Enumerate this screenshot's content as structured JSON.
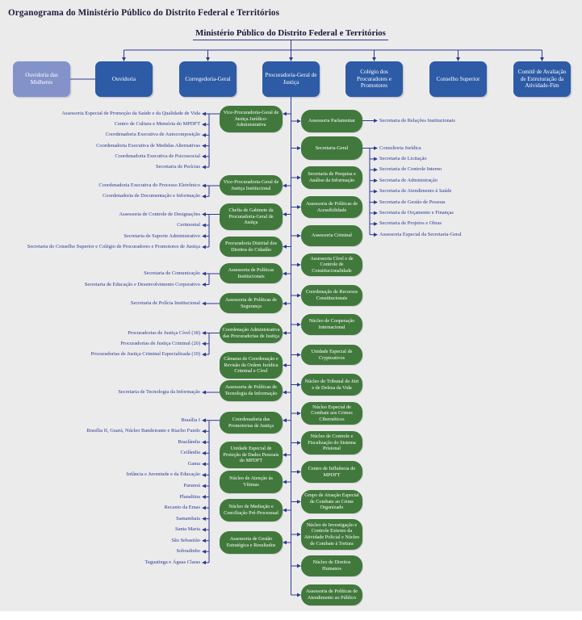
{
  "title": "Organograma do Ministério Público do Distrito Federal e Territórios",
  "root": "Ministério Público do Distrito Federal e Territórios",
  "colors": {
    "background": "#ecebec",
    "box_blue": "#2d5ba6",
    "box_light_blue": "#8492ca",
    "box_green": "#41793c",
    "line_navy": "#2b3a94",
    "label_navy": "#2b3a94",
    "box_text": "#ffffff"
  },
  "top_row": [
    {
      "label": "Ouvidoria das Mulheres",
      "variant": "light"
    },
    {
      "label": "Ouvidoria",
      "variant": "dark"
    },
    {
      "label": "Corregedoria-Geral",
      "variant": "dark"
    },
    {
      "label": "Procuradoria-Geral de Justiça",
      "variant": "dark"
    },
    {
      "label": "Colégio dos Procuradores e Promotores",
      "variant": "dark"
    },
    {
      "label": "Conselho Superior",
      "variant": "dark"
    },
    {
      "label": "Comitê de Avaliação de Estruturação da Atividade-Fim",
      "variant": "dark"
    }
  ],
  "middle_groups": [
    {
      "box": "Vice-Procuradoria-Geral de Justiça Jurídico-Administrativa",
      "left_labels": [
        "Assessoria Especial de Promoção da Saúde e da Qualidade de Vida",
        "Centro de Cultura e Memória do MPDFT",
        "Coordenadoria Executiva de Autocomposição",
        "Coordenadoria Executiva de Medidas Alternativas",
        "Coordenadoria Executiva de Psicossocial",
        "Secretaria de Perícias"
      ]
    },
    {
      "box": "Vice-Procuradoria-Geral de Justiça Institucional",
      "left_labels": [
        "Coordenadoria Executiva do Processo Eletrônico",
        "Coordenadoria de Documentação e Informação"
      ]
    },
    {
      "box": "Chefia de Gabinete da Procuradoria-Geral de Justiça",
      "left_labels": [
        "Assessoria de Controle de Designações",
        "Cerimonial",
        "Secretaria de Suporte Administrativo",
        "Secretaria do Conselho Superior e Colégio de Procuradores e Promotores de Justiça"
      ]
    },
    {
      "box": "Procuradoria Distrital dos Direitos do Cidadão",
      "left_labels": []
    },
    {
      "box": "Assessoria de Políticas Institucionais",
      "left_labels": [
        "Secretaria de Comunicação",
        "Secretaria de Educação e Desenvolvimento Corporativo"
      ]
    },
    {
      "box": "Assessoria de Políticas de Segurança",
      "left_labels": [
        "Secretaria de Polícia Institucional"
      ]
    },
    {
      "box": "Coordenação Administrativa das Procuradorias de Justiça",
      "left_labels": [
        "Procuradorias de Justiça Cível (18)",
        "Procuradorias de Justiça Criminal (20)",
        "Procuradorias de Justiça Criminal Especializada (10)"
      ]
    },
    {
      "box": "Câmaras de Coordenação e Revisão da Ordem Jurídica Criminal e Cível",
      "left_labels": []
    },
    {
      "box": "Assessoria de Políticas de Tecnologia da Informação",
      "left_labels": [
        "Secretaria de Tecnologia da Informação"
      ]
    },
    {
      "box": "Coordenadoria das Promotorias de Justiça",
      "left_labels": [
        "Brasília I",
        "Brasília II, Guará, Núcleo Bandeirante e Riacho Fundo",
        "Brazlândia",
        "Ceilândia",
        "Gama",
        "Infância e Juventude e da Educação",
        "Paranoá",
        "Planaltina",
        "Recanto da Emas",
        "Samambaia",
        "Santa Maria",
        "São Sebastião",
        "Sobradinho",
        "Taguatinga e Águas Claras"
      ]
    },
    {
      "box": "Unidade Especial de Proteção de Dados Pessoais do MPDFT",
      "left_labels": []
    },
    {
      "box": "Núcleo de Atenção às Vítimas",
      "left_labels": []
    },
    {
      "box": "Núcleo de Mediação e Conciliação Pré-Processual",
      "left_labels": []
    },
    {
      "box": "Assessoria de Gestão Estratégica e Resultados",
      "left_labels": []
    }
  ],
  "right_groups": [
    {
      "box": "Assessoria Parlamentar",
      "right_labels": [
        "Secretaria de Relações Institucionais"
      ]
    },
    {
      "box": "Secretaria-Geral",
      "right_labels": [
        "Consultoria Jurídica",
        "Secretaria de Licitação",
        "Secretaria de Controle Interno",
        "Secretaria de Administração",
        "Secretaria de Atendimento à Saúde",
        "Secretaria de Gestão de Pessoas",
        "Secretaria de Orçamento e Finanças",
        "Secretaria de Projetos e Obras",
        "Assessoria Especial da Secretaria-Geral"
      ]
    },
    {
      "box": "Secretaria de Pesquisa e Análise da Informação",
      "right_labels": []
    },
    {
      "box": "Assessoria de Políticas de Acessibilidade",
      "right_labels": []
    },
    {
      "box": "Assessoria Criminal",
      "right_labels": []
    },
    {
      "box": "Assessoria Cível e de Controle de Constitucionalidade",
      "right_labels": []
    },
    {
      "box": "Coordenação de Recursos Constitucionais",
      "right_labels": []
    },
    {
      "box": "Núcleo de Cooperação Internacional",
      "right_labels": []
    },
    {
      "box": "Unidade Especial de Cryptoativos",
      "right_labels": []
    },
    {
      "box": "Núcleo do Tribunal do Júri e de Defesa da Vida",
      "right_labels": []
    },
    {
      "box": "Núcleo Especial de Combate aos Crimes Cibernéticos",
      "right_labels": []
    },
    {
      "box": "Núcleo de Controle e Fiscalização do Sistema Prisional",
      "right_labels": []
    },
    {
      "box": "Centro de Influência do MPDFT",
      "right_labels": []
    },
    {
      "box": "Grupo de Atuação Especial de Combate ao Crime Organizado",
      "right_labels": []
    },
    {
      "box": "Núcleo de Investigação e Controle Externo da Atividade Policial e Núcleo de Combate à Tortura",
      "right_labels": []
    },
    {
      "box": "Núcleo de Direitos Humanos",
      "right_labels": []
    },
    {
      "box": "Assessoria de Políticas de Atendimento ao Público",
      "right_labels": []
    }
  ]
}
